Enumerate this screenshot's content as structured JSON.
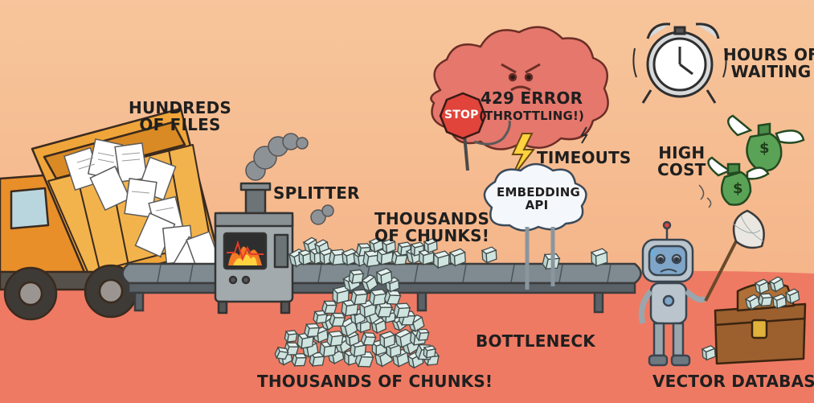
{
  "colors": {
    "background": "#f6b98c",
    "floor": "#ef7a63",
    "truck": "#f0a53a",
    "cloud": "#e5776c",
    "stop_sign": "#e0443b",
    "money": "#5aa356",
    "chunk": "#cfe3df"
  },
  "labels": {
    "hundreds_of_files": [
      "HUNDREDS",
      "OF FILES"
    ],
    "splitter": "SPLITTER",
    "thousands_of_chunks_top": [
      "THOUSANDS",
      "OF CHUNKS!"
    ],
    "thousands_of_chunks_bottom": "THOUSANDS OF CHUNKS!",
    "error": [
      "429 ERROR",
      "(THROTTLING!)"
    ],
    "stop": "STOP",
    "timeouts": "TIMEOUTS",
    "embedding_api": [
      "EMBEDDING",
      "API"
    ],
    "bottleneck": "BOTTLENECK",
    "hours_of_waiting": [
      "HOURS OF",
      "WAITING"
    ],
    "high_cost": [
      "HIGH",
      "COST"
    ],
    "money_symbol": "$",
    "vector_database": "VECTOR DATABASE"
  },
  "icons": [
    "dump-truck-icon",
    "paper-stack-icon",
    "splitter-machine-icon",
    "smoke-icon",
    "fire-icon",
    "conveyor-belt-icon",
    "chunk-cube-icon",
    "angry-cloud-icon",
    "lightning-icon",
    "stop-sign-icon",
    "embedding-cloud-icon",
    "alarm-clock-icon",
    "flying-money-icon",
    "sad-robot-icon",
    "butterfly-net-icon",
    "treasure-chest-icon"
  ]
}
